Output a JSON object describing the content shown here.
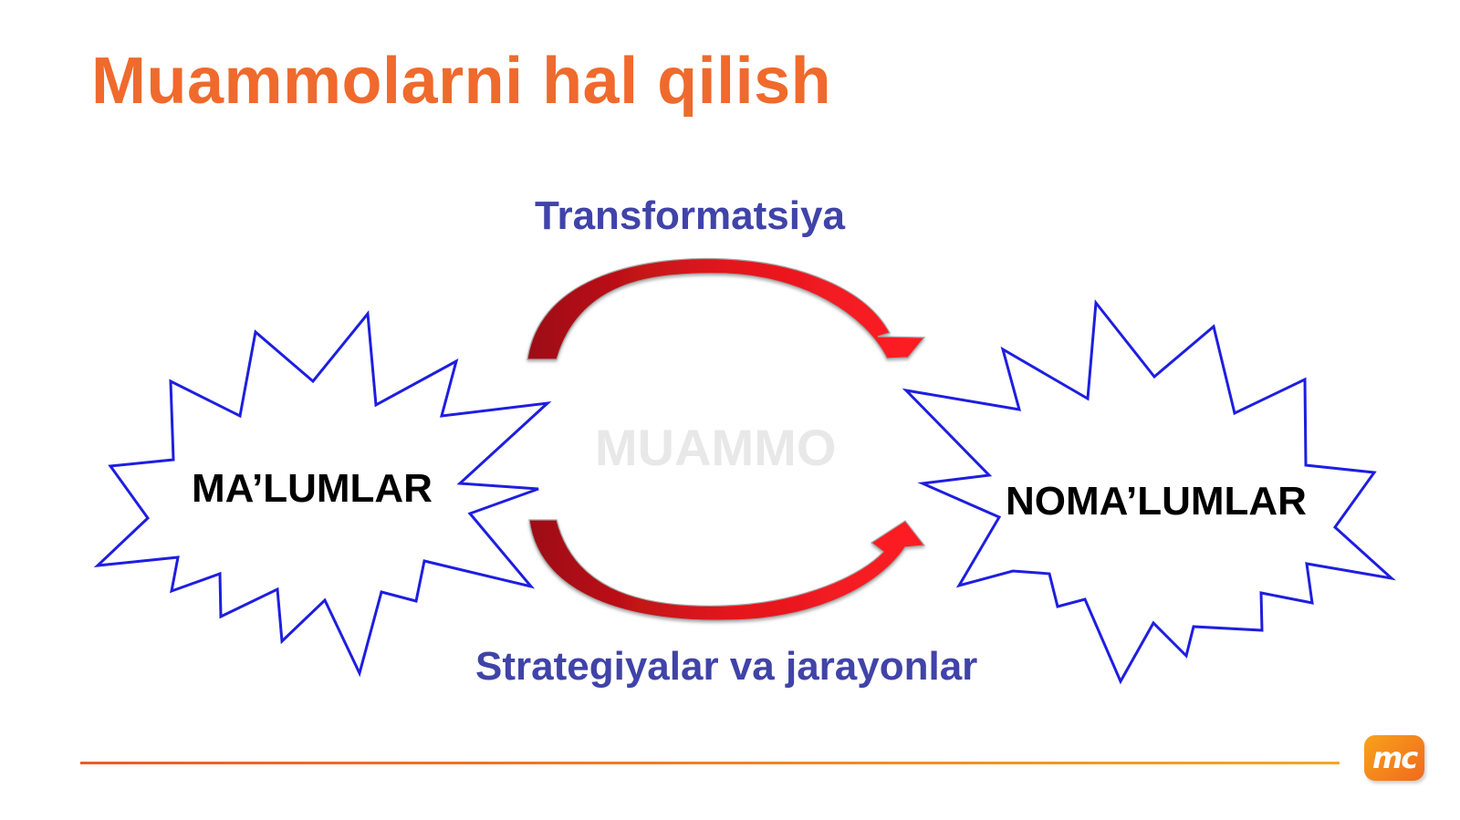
{
  "slide": {
    "title": "Muammolarni hal qilish",
    "logo_text": "mc"
  },
  "diagram": {
    "top_label": "Transformatsiya",
    "bottom_label": "Strategiyalar va jarayonlar",
    "center_watermark": "MUAMMO",
    "left_node": "MA’LUMLAR",
    "right_node": "NOMA’LUMLAR"
  },
  "colors": {
    "title": "#ef6a2c",
    "labels": "#4043a8",
    "burst_outline": "#1e1ee0",
    "arrows": "#d8141a",
    "footer_line_start": "#ef5a24",
    "footer_line_end": "#f5a623"
  }
}
